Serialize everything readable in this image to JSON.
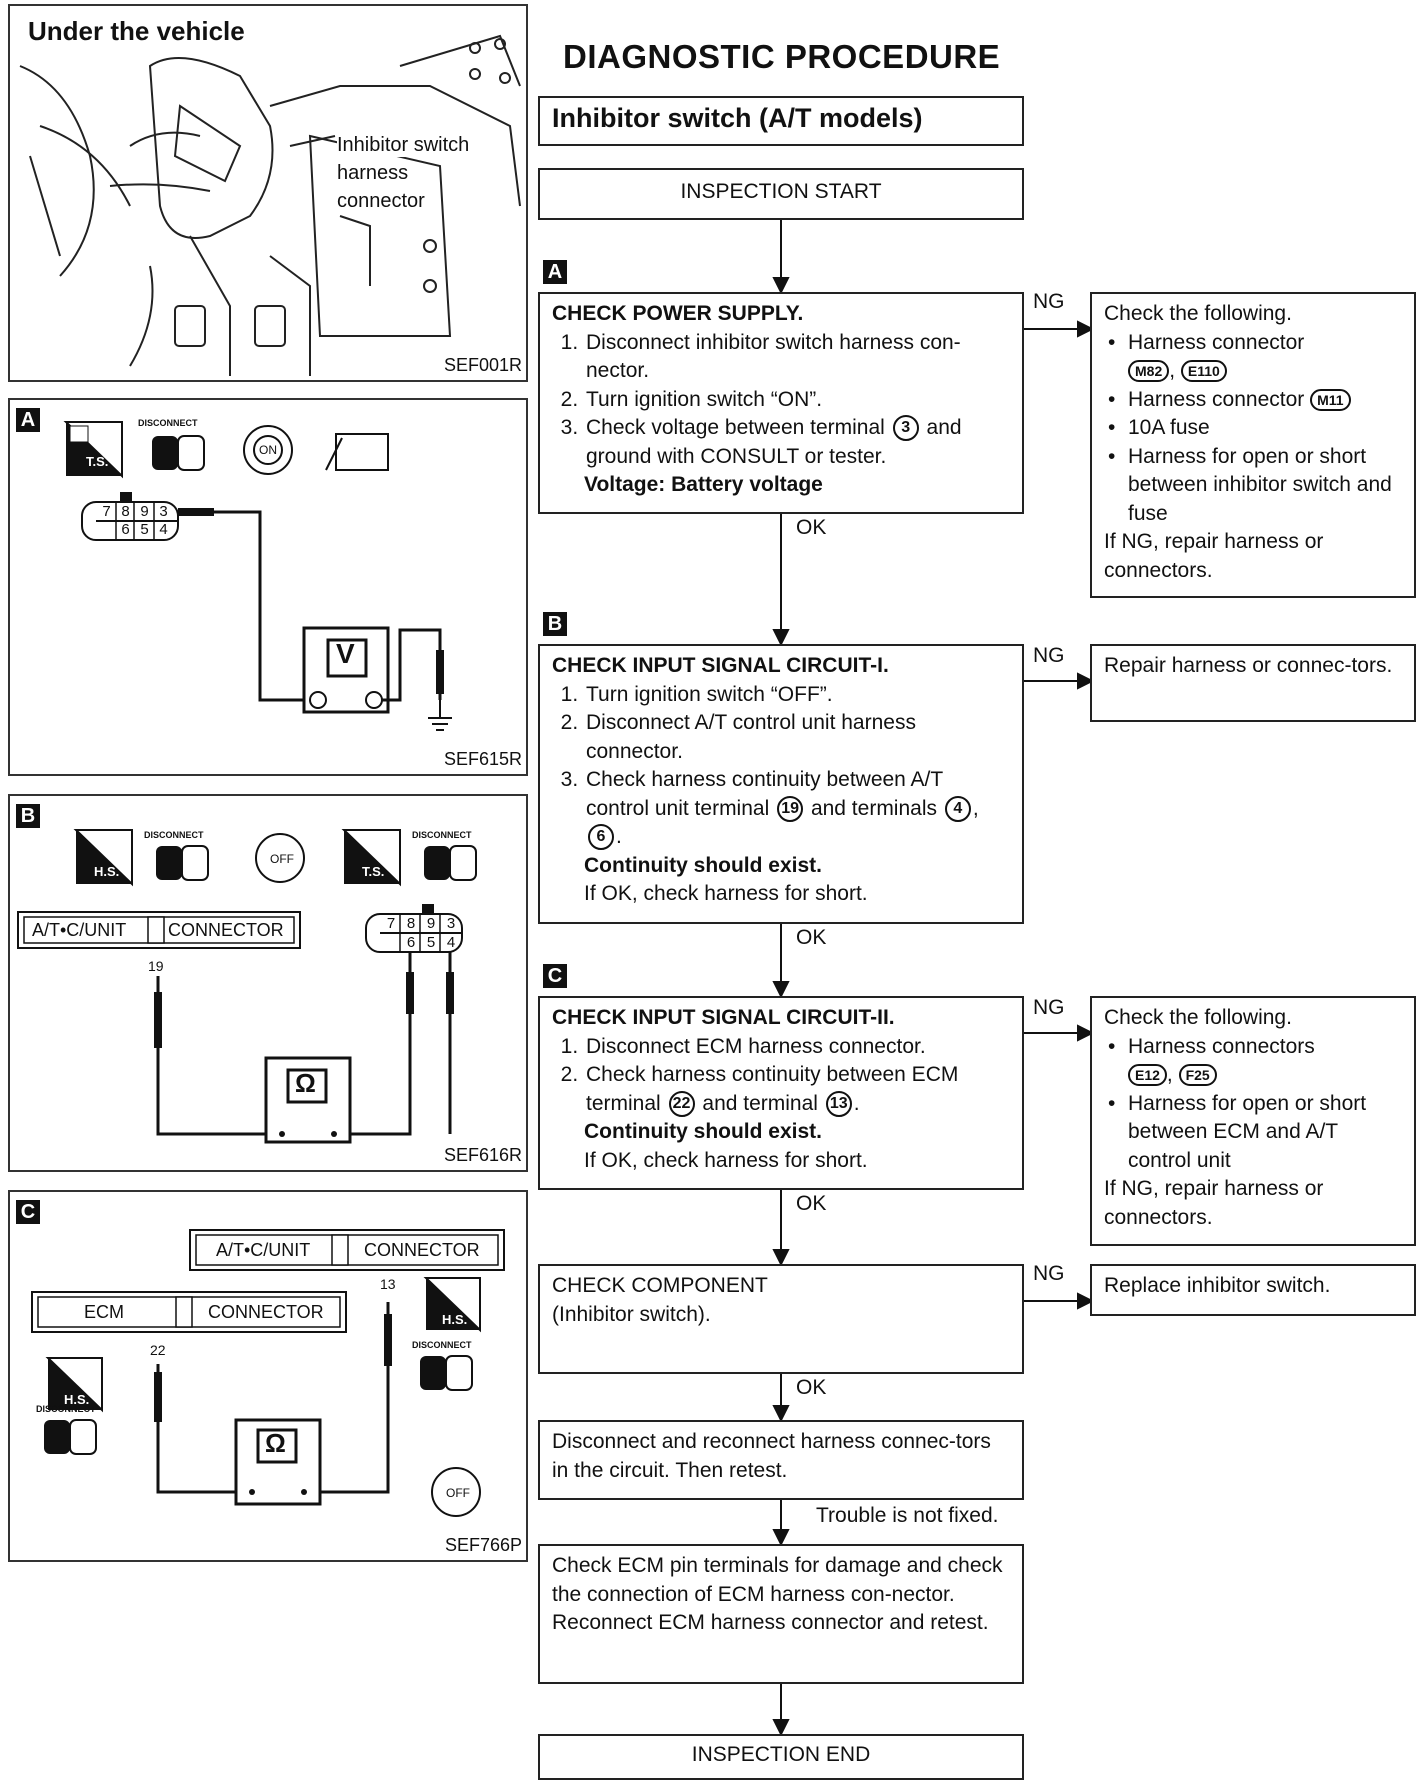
{
  "title": "DIAGNOSTIC PROCEDURE",
  "subtitle": "Inhibitor switch (A/T models)",
  "start": "INSPECTION START",
  "end": "INSPECTION END",
  "labels": {
    "ng": "NG",
    "ok": "OK",
    "not_fixed": "Trouble is not fixed."
  },
  "figures": {
    "vehicle": {
      "heading": "Under the vehicle",
      "callout_1": "Inhibitor switch",
      "callout_2": "harness",
      "callout_3": "connector",
      "code": "SEF001R"
    },
    "a": {
      "letter": "A",
      "code": "SEF615R",
      "ts": "T.S.",
      "disconnect": "DISCONNECT",
      "on": "ON",
      "meter": "V",
      "pins_top": [
        "7",
        "8",
        "9",
        "3"
      ],
      "pins_bottom": [
        "6",
        "5",
        "4"
      ]
    },
    "b": {
      "letter": "B",
      "code": "SEF616R",
      "hs": "H.S.",
      "ts": "T.S.",
      "disconnect": "DISCONNECT",
      "off": "OFF",
      "conn_left": "A/T•C/UNIT",
      "conn_right": "CONNECTOR",
      "wire": "19",
      "meter": "Ω",
      "pins_top": [
        "7",
        "8",
        "9",
        "3"
      ],
      "pins_bottom": [
        "6",
        "5",
        "4"
      ]
    },
    "c": {
      "letter": "C",
      "code": "SEF766P",
      "hs": "H.S.",
      "disconnect": "DISCONNECT",
      "off": "OFF",
      "atc_left": "A/T•C/UNIT",
      "atc_right": "CONNECTOR",
      "ecm_left": "ECM",
      "ecm_right": "CONNECTOR",
      "wire_a": "13",
      "wire_b": "22",
      "meter": "Ω"
    }
  },
  "steps": {
    "a": {
      "letter": "A",
      "heading": "CHECK POWER SUPPLY.",
      "items": [
        "Disconnect inhibitor switch harness con-nector.",
        "Turn ignition switch “ON”.",
        "Check voltage between terminal"
      ],
      "item3_terminal": "3",
      "item3_rest": "and ground with CONSULT or tester.",
      "result": "Voltage: Battery voltage"
    },
    "b": {
      "letter": "B",
      "heading": "CHECK INPUT SIGNAL CIRCUIT-I.",
      "items": [
        "Turn ignition switch “OFF”.",
        "Disconnect A/T control unit harness connector.",
        "Check harness continuity between A/T control unit terminal"
      ],
      "t1": "19",
      "mid": "and terminals",
      "t2": "4",
      "t3": "6",
      "result": "Continuity should exist.",
      "note": "If OK, check harness for short."
    },
    "c": {
      "letter": "C",
      "heading": "CHECK INPUT SIGNAL CIRCUIT-II.",
      "items": [
        "Disconnect ECM harness connector.",
        "Check harness continuity between ECM terminal"
      ],
      "t1": "22",
      "mid": "and terminal",
      "t2": "13",
      "result": "Continuity should exist.",
      "note": "If OK, check harness for short."
    },
    "component": {
      "line1": "CHECK COMPONENT",
      "line2": "(Inhibitor switch)."
    },
    "reconnect": "Disconnect and reconnect harness connec-tors in the circuit. Then retest.",
    "ecm": "Check ECM pin terminals for damage and check the connection of ECM harness con-nector. Reconnect ECM harness connector and retest."
  },
  "ng_boxes": {
    "a": {
      "heading": "Check the following.",
      "item1": "Harness connector",
      "conn1": "M82",
      "conn2": "E110",
      "item2": "Harness connector",
      "conn3": "M11",
      "item3": "10A fuse",
      "item4": "Harness for open or short between inhibitor switch and fuse",
      "footer": "If NG, repair harness or connectors."
    },
    "b": "Repair harness or connec-tors.",
    "c": {
      "heading": "Check the following.",
      "item1": "Harness connectors",
      "conn1": "E12",
      "conn2": "F25",
      "item2": "Harness for open or short between ECM and A/T control unit",
      "footer": "If NG, repair harness or connectors."
    },
    "component": "Replace inhibitor switch."
  }
}
